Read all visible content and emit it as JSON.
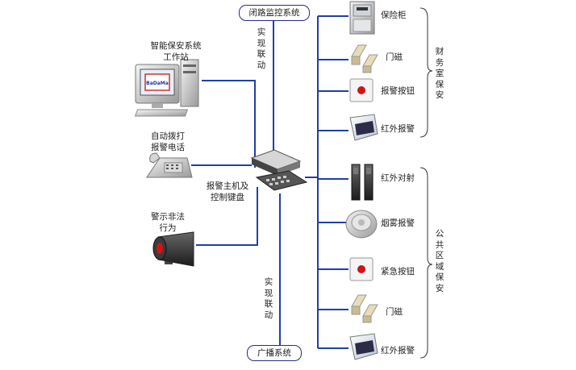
{
  "top_system": "闭路监控系统",
  "bottom_system": "广播系统",
  "link_top": "实现联动",
  "link_bottom": "实现联动",
  "workstation": {
    "line1": "智能保安系统",
    "line2": "工作站",
    "screen_logo": "BaDaMa"
  },
  "phone": {
    "line1": "自动拨打",
    "line2": "报警电话"
  },
  "siren": {
    "line1": "警示非法",
    "line2": "行为"
  },
  "host": {
    "line1": "报警主机及",
    "line2": "控制键盘"
  },
  "groups": {
    "finance": "财务室保安",
    "public": "公共区域保安"
  },
  "finance_devices": [
    {
      "label": "保险柜",
      "icon": "safe-icon"
    },
    {
      "label": "门磁",
      "icon": "door-magnet-icon"
    },
    {
      "label": "报警按钮",
      "icon": "alarm-button-icon"
    },
    {
      "label": "红外报警",
      "icon": "infrared-detector-icon"
    }
  ],
  "public_devices": [
    {
      "label": "红外对射",
      "icon": "infrared-beam-icon"
    },
    {
      "label": "烟雾报警",
      "icon": "smoke-detector-icon"
    },
    {
      "label": "紧急按钮",
      "icon": "emergency-button-icon"
    },
    {
      "label": "门磁",
      "icon": "door-magnet-icon"
    },
    {
      "label": "红外报警",
      "icon": "infrared-detector-icon"
    }
  ],
  "colors": {
    "line": "#1f3fa8",
    "box_border": "#2a2a8a"
  }
}
